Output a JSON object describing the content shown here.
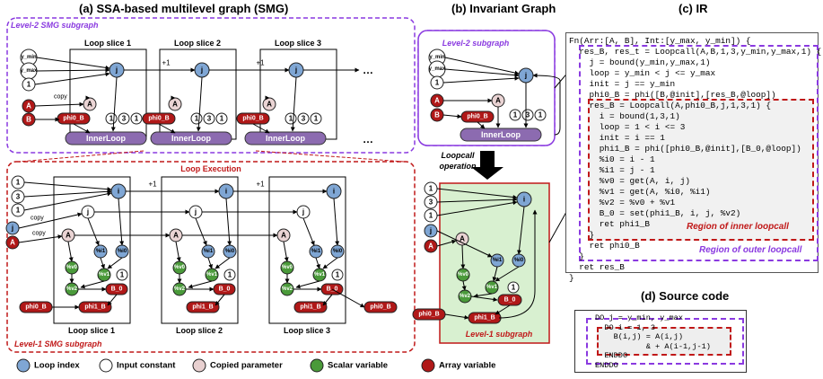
{
  "titles": {
    "a": "(a) SSA-based multilevel graph (SMG)",
    "b": "(b) Invariant Graph",
    "c": "(c) IR",
    "d": "(d) Source code"
  },
  "panel_a": {
    "level2_label": "Level-2 SMG subgraph",
    "level1_label": "Level-1 SMG subgraph",
    "loop_execution": "Loop Execution",
    "slices": [
      "Loop slice 1",
      "Loop slice 2",
      "Loop slice 3"
    ],
    "inner_loop": "InnerLoop",
    "plus_one": "+1",
    "copy": "copy",
    "ellipsis": "…"
  },
  "panel_b": {
    "level2_label": "Level-2 subgraph",
    "level1_label": "Level-1 subgraph",
    "operation": [
      "Loopcall",
      "operation"
    ]
  },
  "nodes": {
    "y_min": "y_min",
    "y_max": "y_max",
    "one": "1",
    "three": "3",
    "j": "j",
    "i": "i",
    "A": "A",
    "B": "B",
    "phi0_B": "phi0_B",
    "phi1_B": "phi1_B",
    "v0": "%v0",
    "v1": "%v1",
    "v2": "%v2",
    "i0": "%i0",
    "i1": "%i1",
    "B_0": "B_0"
  },
  "ir": {
    "lines": [
      "Fn(Arr:[A, B], Int:[y_max, y_min]) {",
      "  res_B, res_t = Loopcall(A,B,1,3,y_min,y_max,1) {",
      "    j = bound(y_min,y_max,1)",
      "    loop = y_min < j <= y_max",
      "    init = j == y_min",
      "    phi0_B = phi([B,@init],[res_B,@loop])",
      "    res_B = Loopcall(A,phi0_B,j,1,3,1) {",
      "      i = bound(1,3,1)",
      "      loop = 1 < i <= 3",
      "      init = i == 1",
      "      phi1_B = phi([phi0_B,@init],[B_0,@loop])",
      "      %i0 = i - 1",
      "      %i1 = j - 1",
      "      %v0 = get(A, i, j)",
      "      %v1 = get(A, %i0, %i1)",
      "      %v2 = %v0 + %v1",
      "      B_0 = set(phi1_B, i, j, %v2)",
      "      ret phi1_B",
      "    }",
      "    ret phi0_B",
      "  }",
      "  ret res_B",
      "}"
    ],
    "inner_region": "Region of inner loopcall",
    "outer_region": "Region of outer loopcall"
  },
  "source": {
    "lines": [
      "DO j = y_min, y_max",
      "  DO i = 1, 3",
      "    B(i,j) = A(i,j)",
      "           & + A(i-1,j-1)",
      "  ENDDO",
      "ENDDO"
    ]
  },
  "legend": [
    {
      "label": "Loop index",
      "color": "#7fa6d4"
    },
    {
      "label": "Input constant",
      "color": "#ffffff"
    },
    {
      "label": "Copied parameter",
      "color": "#e8d0d0"
    },
    {
      "label": "Scalar variable",
      "color": "#4a9a3a"
    },
    {
      "label": "Array variable",
      "color": "#b01818"
    }
  ],
  "colors": {
    "level2": "#8a3ae0",
    "level1": "#c01818",
    "inner_loop": "#8c6bb0",
    "green_bg": "#d8f0d0"
  }
}
